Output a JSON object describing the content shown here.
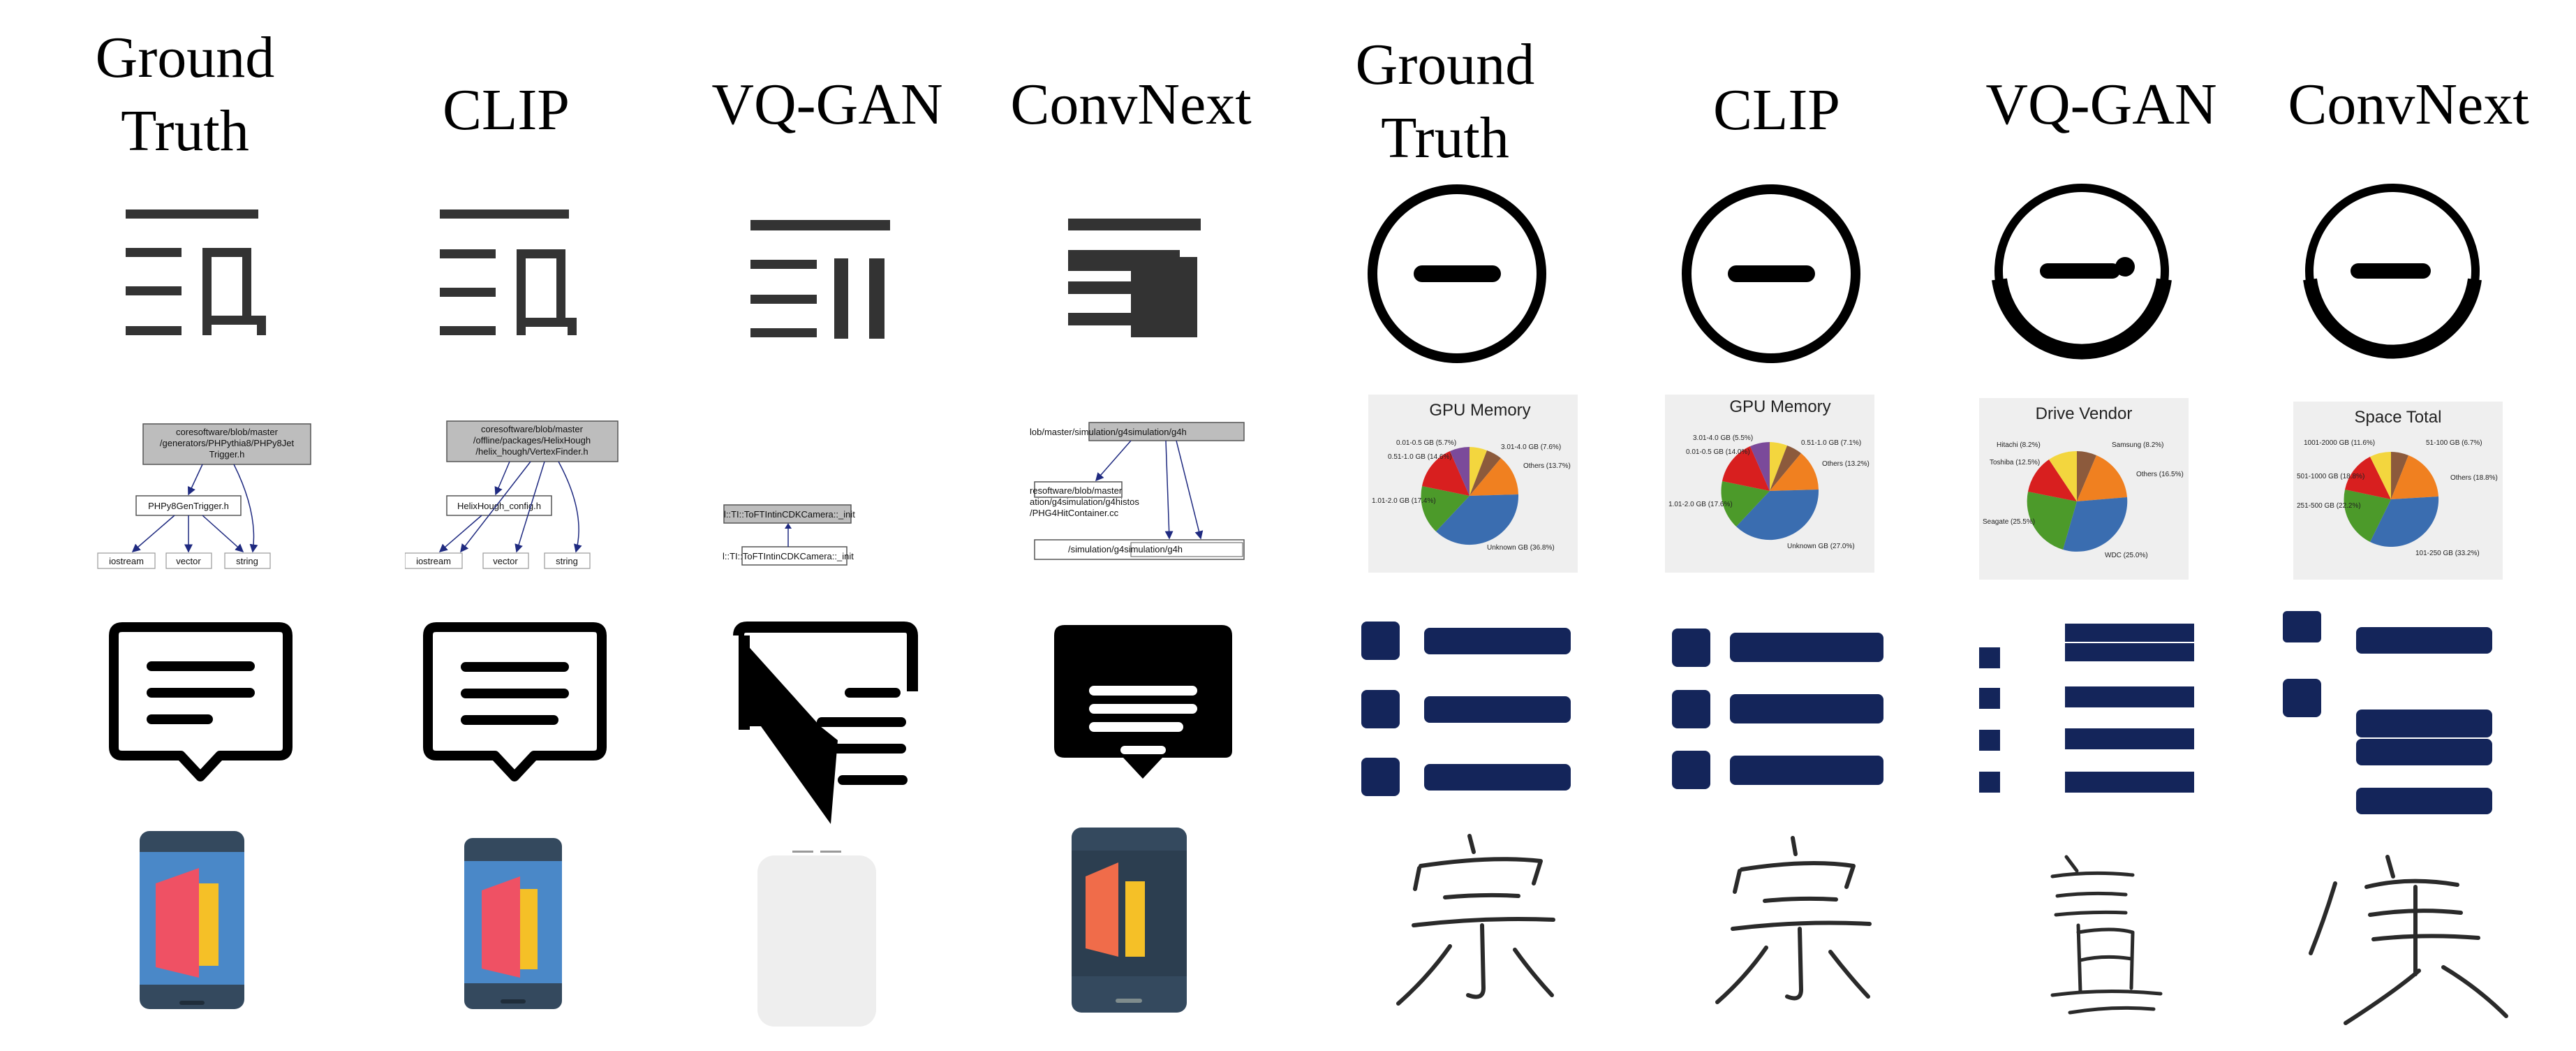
{
  "headers": {
    "left": [
      "Ground\nTruth",
      "CLIP",
      "VQ-GAN",
      "ConvNext"
    ],
    "right": [
      "Ground\nTruth",
      "CLIP",
      "VQ-GAN",
      "ConvNext"
    ]
  },
  "graph_labels": {
    "gt": {
      "top_lines": [
        "coresoftware/blob/master",
        "/generators/PHPythia8/PHPy8Jet",
        "Trigger.h"
      ],
      "mid": "PHPy8GenTrigger.h",
      "leaves": [
        "iostream",
        "vector",
        "string"
      ]
    },
    "clip": {
      "top_lines": [
        "coresoftware/blob/master",
        "/offline/packages/HelixHough",
        "/helix_hough/VertexFinder.h"
      ],
      "mid": "HelixHough_config.h",
      "leaves": [
        "iostream",
        "vector",
        "string"
      ]
    },
    "vqgan": {
      "line1": "l::TI::ToFTIntinCDKCamera::_init",
      "line2": "l::TI::ToFTIntinCDKCamera::_init"
    },
    "convnext": {
      "top": "lob/master/simulation/g4simulation/g4h",
      "mid_lines": [
        "resoftware/blob/master",
        "ation/g4simulation/g4histos",
        "/PHG4HitContainer.cc"
      ],
      "bottom": "/simulation/g4simulation/g4h"
    }
  },
  "pies": [
    {
      "title": "GPU Memory",
      "labels": [
        "0.01-0.5 GB (5.7%)",
        "0.51-1.0 GB (14.6%)",
        "1.01-2.0 GB (17.4%)",
        "3.01-4.0 GB (7.6%)",
        "Others (13.7%)",
        "Unknown GB (36.8%)"
      ]
    },
    {
      "title": "GPU Memory",
      "labels": [
        "3.01-4.0 GB (5.5%)",
        "0.01-0.5 GB (14.0%)",
        "1.01-2.0 GB (17.6%)",
        "0.51-1.0 GB (7.1%)",
        "Others (13.2%)",
        "Unknown GB (27.0%)"
      ]
    },
    {
      "title": "Drive Vendor",
      "labels": [
        "Hitachi (8.2%)",
        "Toshiba (12.5%)",
        "Seagate (25.5%)",
        "Samsung (8.2%)",
        "Others (16.5%)",
        "WDC (25.0%)"
      ]
    },
    {
      "title": "Space Total",
      "labels": [
        "1001-2000 GB (11.6%)",
        "501-1000 GB (18.8%)",
        "251-500 GB (22.2%)",
        "51-100 GB (6.7%)",
        "Others (18.8%)",
        "101-250 GB (33.2%)"
      ]
    }
  ],
  "colors": {
    "icon_dark": "#333333",
    "navy": "#14255a",
    "phone_blue": "#4a88c8",
    "phone_dark": "#34495e",
    "phone_red": "#ef5164",
    "phone_yellow": "#f5c027"
  }
}
